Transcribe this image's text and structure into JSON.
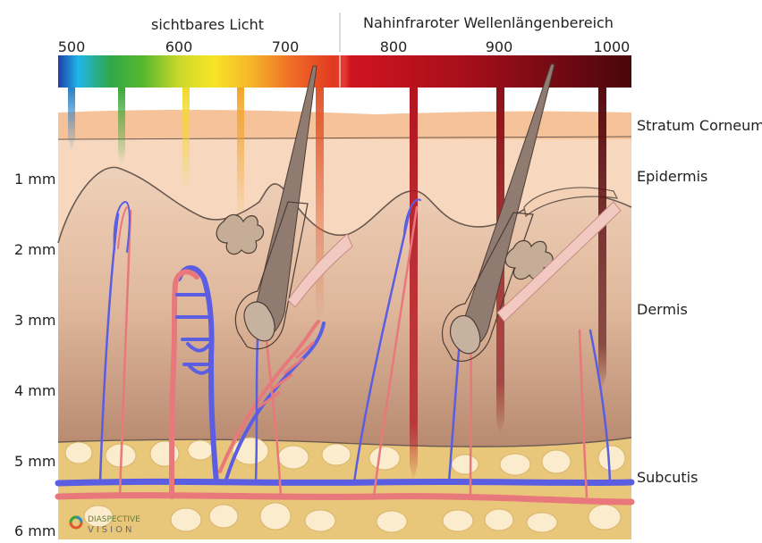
{
  "header": {
    "visible_label": "sichtbares Licht",
    "nir_label": "Nahinfraroter Wellenlängenbereich"
  },
  "wavelength_ticks": [
    "500",
    "600",
    "700",
    "800",
    "900",
    "1000"
  ],
  "depth_ticks": [
    "1 mm",
    "2 mm",
    "3 mm",
    "4 mm",
    "5 mm",
    "6 mm"
  ],
  "layers": {
    "stratum_corneum": "Stratum Corneum",
    "epidermis": "Epidermis",
    "dermis": "Dermis",
    "subcutis": "Subcutis"
  },
  "logo": {
    "line1": "DIASPECTIVE",
    "line2": "VISION"
  },
  "colors": {
    "stratum_corneum": "#f5c39b",
    "epidermis": "#f7d7bd",
    "dermis_top": "#efcfb3",
    "dermis_bottom": "#b98c72",
    "subcutis": "#e9c97d",
    "fat_cell": "#fbeccf",
    "vein": "#5a5ce0",
    "artery": "#e8787c",
    "hair": "#8c786c"
  },
  "beams": [
    {
      "wavelength_nm": 500,
      "color": "#2a8fc4"
    },
    {
      "wavelength_nm": 550,
      "color": "#3aa836"
    },
    {
      "wavelength_nm": 600,
      "color": "#f2d92a"
    },
    {
      "wavelength_nm": 650,
      "color": "#f2a42a"
    },
    {
      "wavelength_nm": 720,
      "color": "#e0542a"
    },
    {
      "wavelength_nm": 820,
      "color": "#b3141e"
    },
    {
      "wavelength_nm": 900,
      "color": "#8c0f18"
    },
    {
      "wavelength_nm": 980,
      "color": "#5a0a10"
    }
  ]
}
